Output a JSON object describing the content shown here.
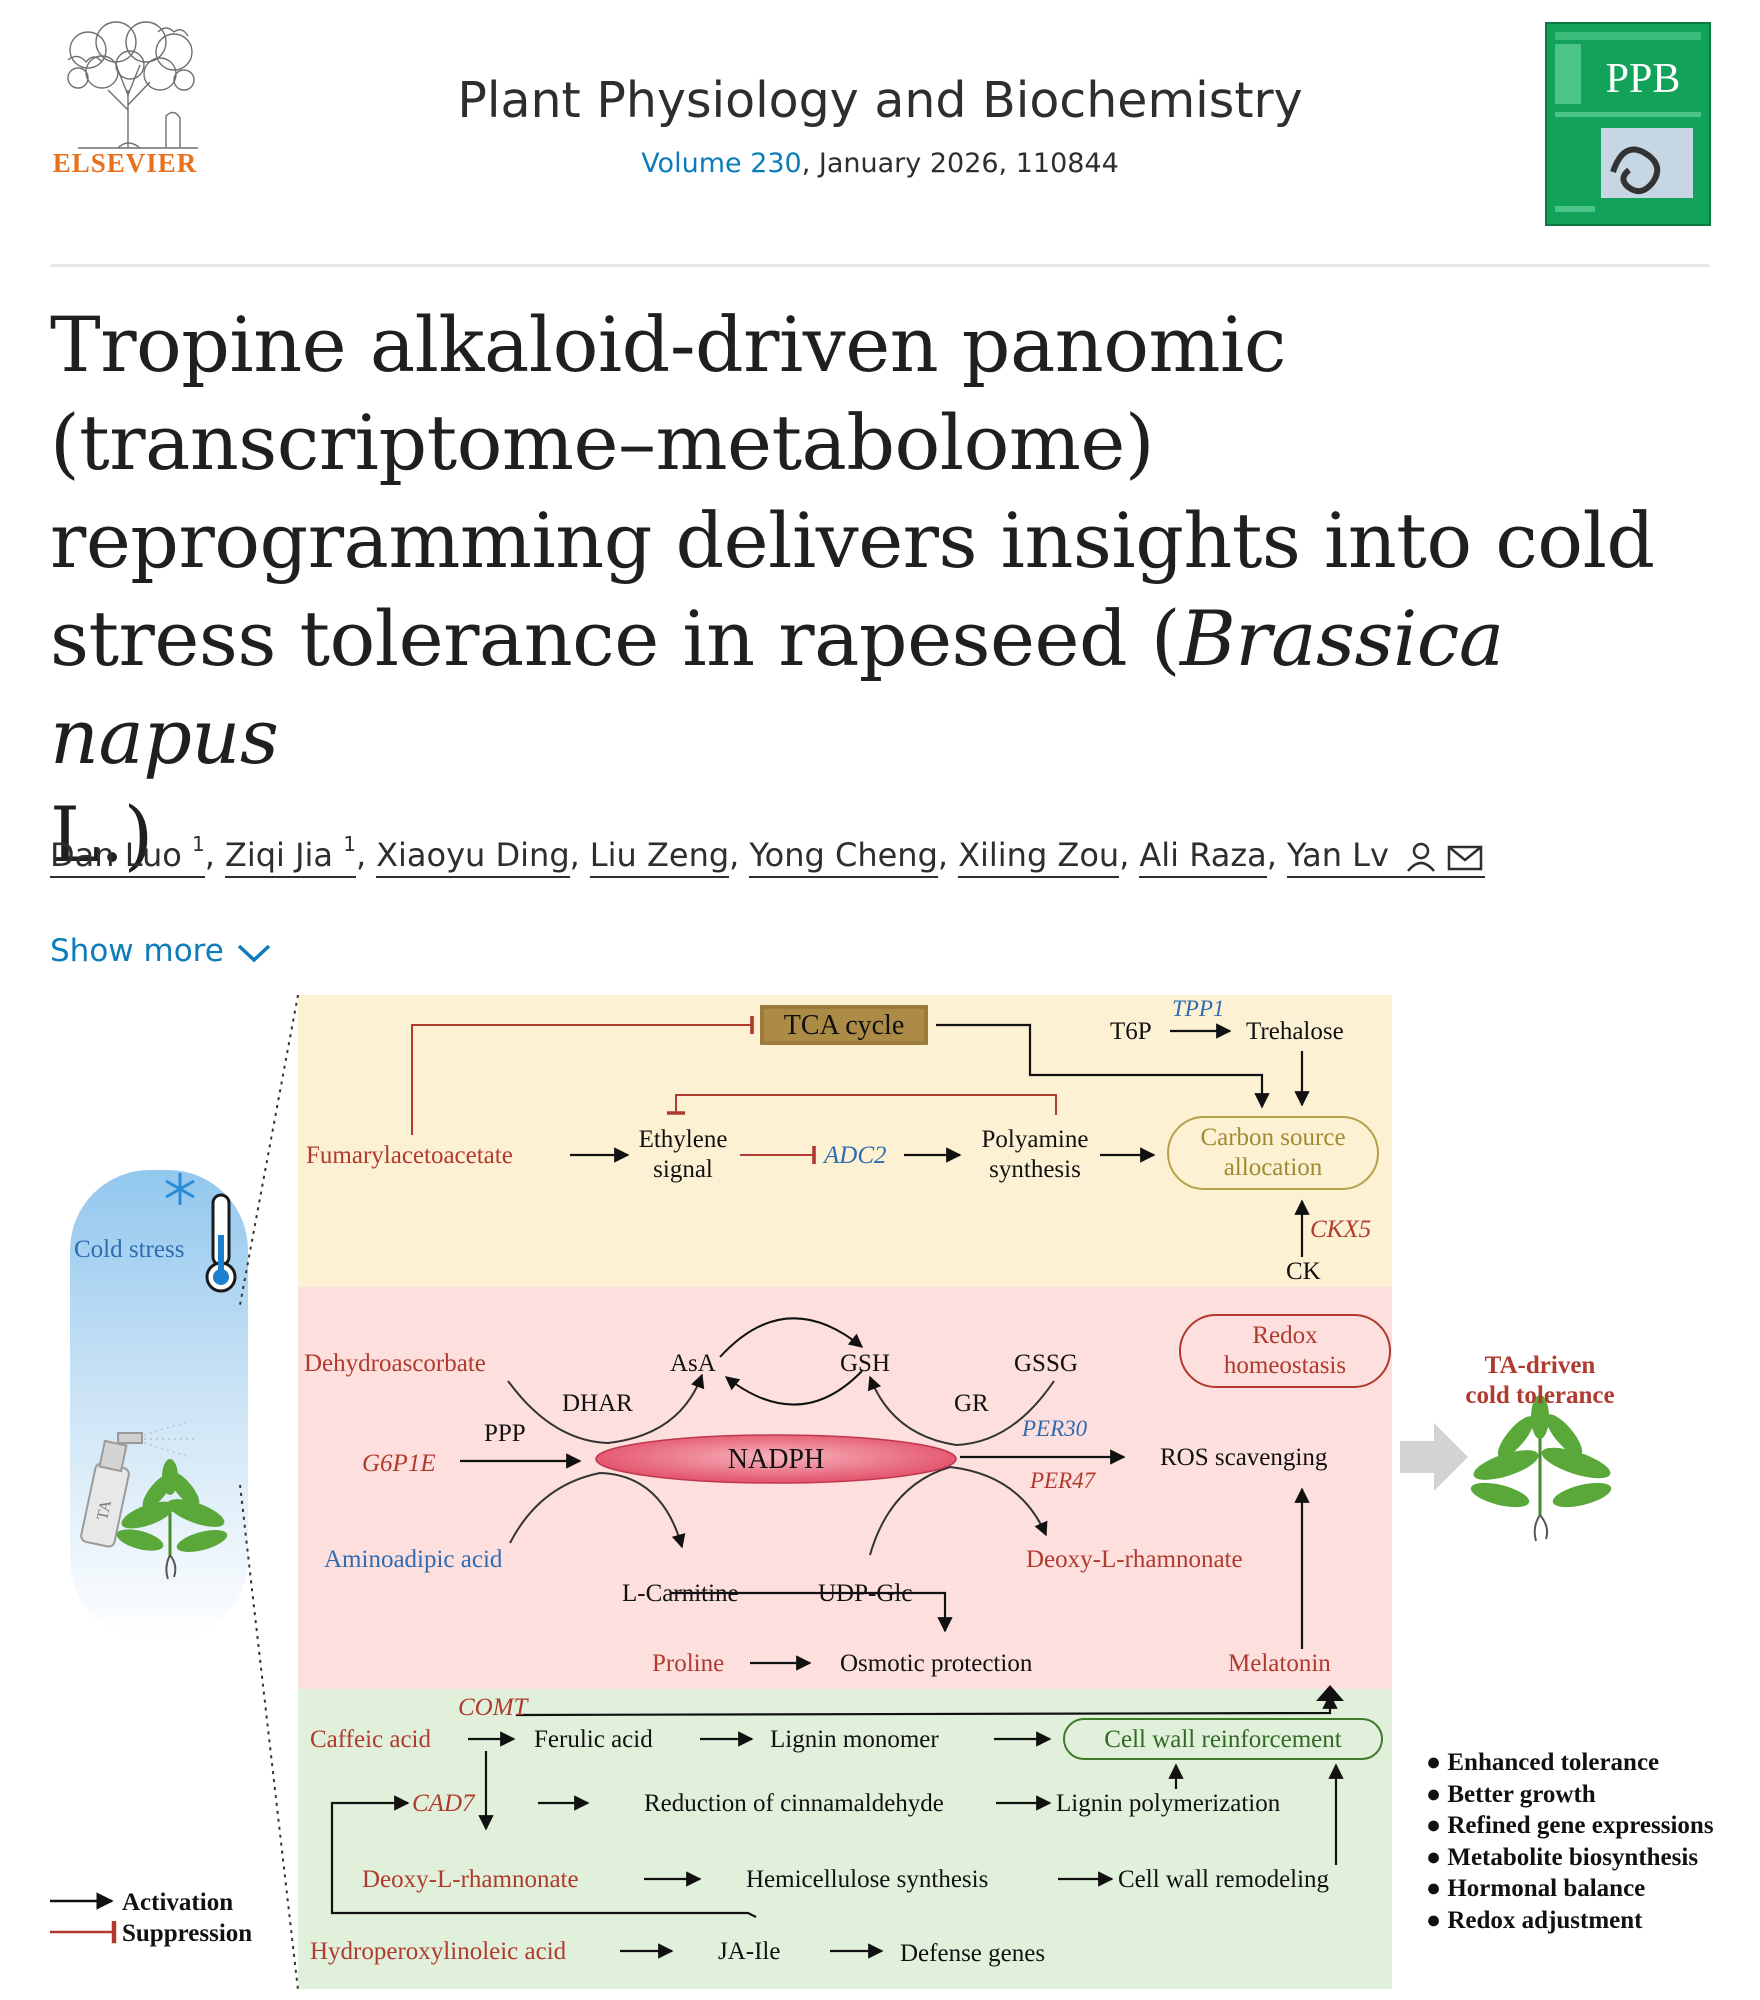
{
  "header": {
    "publisher_logo_text": "ELSEVIER",
    "journal_title": "Plant Physiology and Biochemistry",
    "volume_link": "Volume 230",
    "issue_rest": ", January 2026, 110844",
    "cover_abbrev": "PPB"
  },
  "article": {
    "title_lines": [
      "Tropine alkaloid-driven panomic",
      "(transcriptome–metabolome)",
      "reprogramming delivers insights into cold",
      "stress tolerance in rapeseed ("
    ],
    "title_species": "Brassica napus",
    "title_end": "L.)",
    "authors": [
      {
        "name": "Dan Luo",
        "sup": "1"
      },
      {
        "name": "Ziqi Jia",
        "sup": "1"
      },
      {
        "name": "Xiaoyu Ding",
        "sup": ""
      },
      {
        "name": "Liu Zeng",
        "sup": ""
      },
      {
        "name": "Yong Cheng",
        "sup": ""
      },
      {
        "name": "Xiling Zou",
        "sup": ""
      },
      {
        "name": "Ali Raza",
        "sup": ""
      },
      {
        "name": "Yan Lv",
        "sup": ""
      }
    ],
    "show_more": "Show more"
  },
  "figure": {
    "left_panel": {
      "cold_stress": "Cold stress",
      "sprayer_label": "TA",
      "legend_activation": "Activation",
      "legend_suppression": "Suppression"
    },
    "top_band": {
      "tca_cycle": "TCA cycle",
      "t6p": "T6P",
      "tpp1": "TPP1",
      "trehalose": "Trehalose",
      "fumarylacetoacetate": "Fumarylacetoacetate",
      "ethylene": "Ethylene",
      "signal": "signal",
      "adc2": "ADC2",
      "polyamine": "Polyamine",
      "synthesis": "synthesis",
      "carbon_source": "Carbon source",
      "allocation": "allocation",
      "ckx5": "CKX5",
      "ck": "CK"
    },
    "middle_band": {
      "dehydroascorbate": "Dehydroascorbate",
      "asa": "AsA",
      "gsh": "GSH",
      "gssg": "GSSG",
      "redox": "Redox",
      "homeostasis": "homeostasis",
      "dhar": "DHAR",
      "gr": "GR",
      "ppp": "PPP",
      "g6p1e": "G6P1E",
      "nadph": "NADPH",
      "per30": "PER30",
      "per47": "PER47",
      "ros_scavenging": "ROS scavenging",
      "aminoadipic_acid": "Aminoadipic acid",
      "deoxy_rhamnonate": "Deoxy-L-rhamnonate",
      "l_carnitine": "L-Carnitine",
      "udp_glc": "UDP-Glc",
      "proline": "Proline",
      "osmotic_protection": "Osmotic protection",
      "melatonin": "Melatonin"
    },
    "bottom_band": {
      "comt": "COMT",
      "caffeic_acid": "Caffeic acid",
      "ferulic_acid": "Ferulic acid",
      "lignin_monomer": "Lignin monomer",
      "cell_wall_reinforcement": "Cell wall reinforcement",
      "cad7": "CAD7",
      "reduction_cinnamaldehyde": "Reduction of cinnamaldehyde",
      "lignin_polymerization": "Lignin polymerization",
      "deoxy_rhamnonate": "Deoxy-L-rhamnonate",
      "hemicellulose_synthesis": "Hemicellulose synthesis",
      "cell_wall_remodeling": "Cell wall remodeling",
      "hydroperoxylinoleic_acid": "Hydroperoxylinoleic acid",
      "ja_ile": "JA-Ile",
      "defense_genes": "Defense genes"
    },
    "outcome": {
      "title_line1": "TA-driven",
      "title_line2": "cold tolerance",
      "bullets": [
        "Enhanced tolerance",
        "Better growth",
        "Refined gene expressions",
        "Metabolite biosynthesis",
        "Hormonal balance",
        "Redox adjustment"
      ]
    },
    "colors": {
      "top_band": "#fdf1d3",
      "middle_band": "#fde0de",
      "bottom_band": "#e1f0da",
      "cold_panel": "#bcdcf3",
      "suppression": "#b03a2e",
      "nadph": "#e8566a",
      "tca_box": "#9c7c3a"
    }
  }
}
